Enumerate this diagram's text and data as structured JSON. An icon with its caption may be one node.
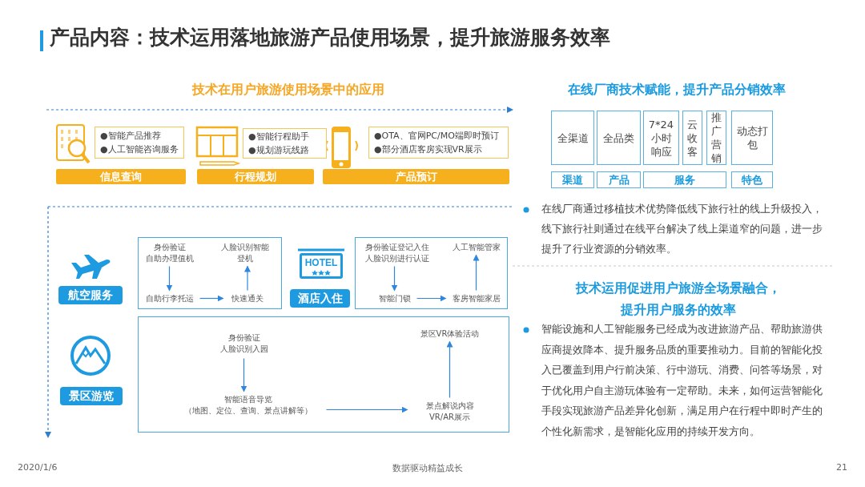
{
  "diagram": {
    "title": "产品内容：技术运用落地旅游产品使用场景，提升旅游服务效率",
    "nodes": [
      {
        "text": [
          "●智能产品推荐",
          "●人工智能咨询服务"
        ]
      },
      {
        "text": [
          "信息查询"
        ]
      },
      {
        "text": [
          "●智能行程助手",
          "●规划游玩线路"
        ]
      },
      {
        "text": [
          "行程规划"
        ]
      },
      {
        "text": [
          "●OTA、官网PC/MO端即时预订",
          "●部分酒店客房实现VR展示"
        ]
      },
      {
        "text": [
          "产品预订"
        ]
      },
      {
        "text": [
          "全渠道"
        ]
      },
      {
        "text": [
          "全品类"
        ]
      },
      {
        "text": [
          "7*24小时响应"
        ]
      },
      {
        "text": [
          "云收客"
        ]
      },
      {
        "text": [
          "推广营销"
        ]
      },
      {
        "text": [
          "动态打包"
        ]
      },
      {
        "text": [
          "渠道"
        ]
      },
      {
        "text": [
          "产品"
        ]
      },
      {
        "text": [
          "服务"
        ]
      },
      {
        "text": [
          "特色"
        ]
      },
      {
        "text": [
          "航空服务"
        ]
      },
      {
        "text": [],
        "shape": "box"
      },
      {
        "text": [
          "身份验证",
          "自助办理值机"
        ],
        "in": 17
      },
      {
        "text": [
          "人脸识别智能登机"
        ],
        "in": 17
      },
      {
        "text": [
          "自助行李托运"
        ],
        "in": 17
      },
      {
        "text": [
          "快速通关"
        ],
        "in": 17
      },
      {
        "text": [
          "酒店入住"
        ]
      },
      {
        "text": [],
        "shape": "box"
      },
      {
        "text": [
          "身份验证登记入住",
          "人脸识别进行认证"
        ],
        "in": 23
      },
      {
        "text": [
          "人工智能管家"
        ],
        "in": 23
      },
      {
        "text": [
          "智能门锁"
        ],
        "in": 23
      },
      {
        "text": [
          "客房智能家居"
        ],
        "in": 23
      },
      {
        "text": [
          "景区游览"
        ]
      },
      {
        "text": [],
        "shape": "box"
      },
      {
        "text": [
          "身份验证",
          "人脸识别入园"
        ],
        "in": 29
      },
      {
        "text": [
          "景区VR体验活动"
        ],
        "in": 29
      },
      {
        "text": [
          "智能语音导览",
          "（地图、定位、查询、景点讲解等）"
        ],
        "in": 29
      },
      {
        "text": [
          "景点解说内容",
          "VR/AR展示"
        ],
        "in": 29
      }
    ],
    "edges": [
      {
        "from": 18,
        "to": 20,
        "arrow": "to"
      },
      {
        "from": 20,
        "to": 21,
        "arrow": "to"
      },
      {
        "from": 21,
        "to": 19,
        "arrow": "to"
      },
      {
        "from": 24,
        "to": 26,
        "arrow": "to"
      },
      {
        "from": 26,
        "to": 27,
        "arrow": "to"
      },
      {
        "from": 27,
        "to": 25,
        "arrow": "to"
      },
      {
        "from": 30,
        "to": 32,
        "arrow": "to"
      },
      {
        "from": 32,
        "to": 33,
        "arrow": "to"
      },
      {
        "from": 33,
        "to": 31,
        "arrow": "to"
      }
    ],
    "labels": [
      "技术在用户旅游使用场景中的应用",
      "在线厂商技术赋能，提升产品分销效率",
      "在线厂商通过移植技术优势降低线下旅行社的线上升级投入，线下旅行社则通过在线平台解决了线上渠道窄的问题，进一步提升了行业资源的分销效率。",
      "技术运用促进用户旅游全场景融合，提升用户服务的效率",
      "智能设施和人工智能服务已经成为改进旅游产品、帮助旅游供应商提效降本、提升服务品质的重要推动力。目前的智能化投入已覆盖到用户行前决策、行中游玩、消费、问答等场景，对于优化用户自主游玩体验有一定帮助。未来，如何运营智能化手段实现旅游产品差异化创新，满足用户在行程中即时产生的个性化新需求，是智能化应用的持续开发方向。",
      "HOTEL",
      "2020/1/6",
      "数据驱动精益成长",
      "21"
    ]
  }
}
